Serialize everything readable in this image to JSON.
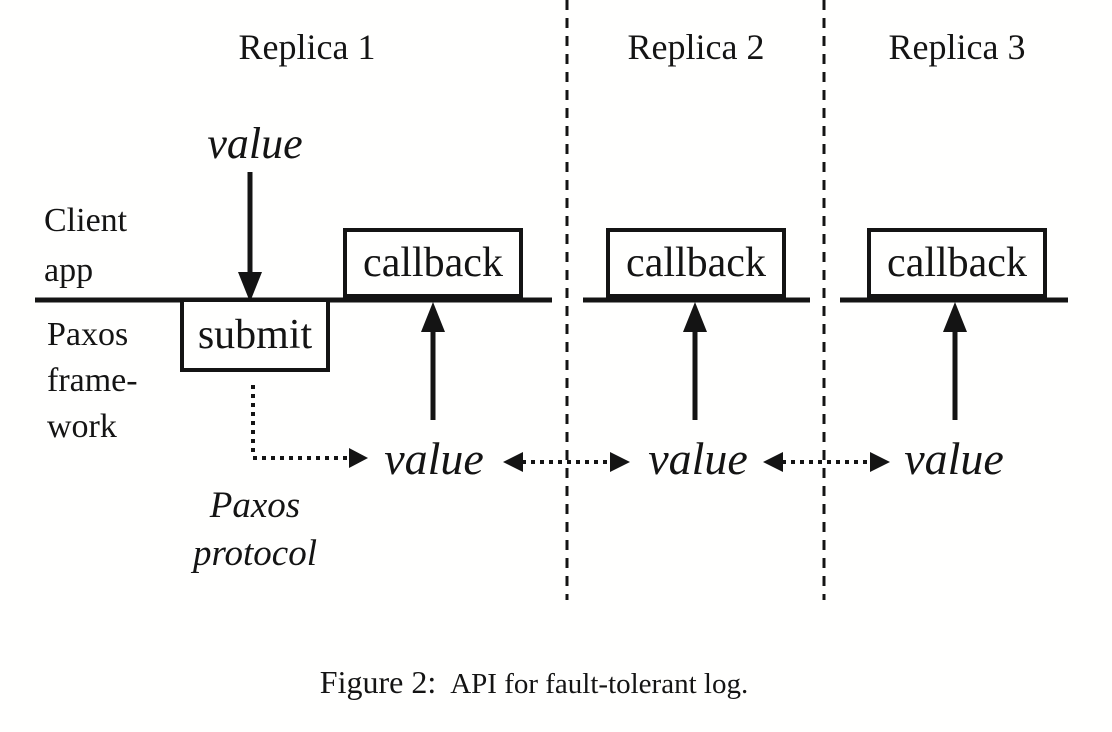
{
  "figure": {
    "replicas": [
      {
        "title": "Replica 1"
      },
      {
        "title": "Replica 2"
      },
      {
        "title": "Replica 3"
      }
    ],
    "layers": {
      "client": [
        "Client",
        "app"
      ],
      "framework": [
        "Paxos",
        "frame-",
        "work"
      ]
    },
    "boxes": {
      "submit": "submit",
      "callback": "callback"
    },
    "labels": {
      "value": "value",
      "protocol": [
        "Paxos",
        "protocol"
      ]
    },
    "caption": {
      "label": "Figure 2:",
      "text": "API for fault-tolerant log."
    },
    "colors": {
      "ink": "#141414",
      "background": "#fffffe"
    }
  }
}
